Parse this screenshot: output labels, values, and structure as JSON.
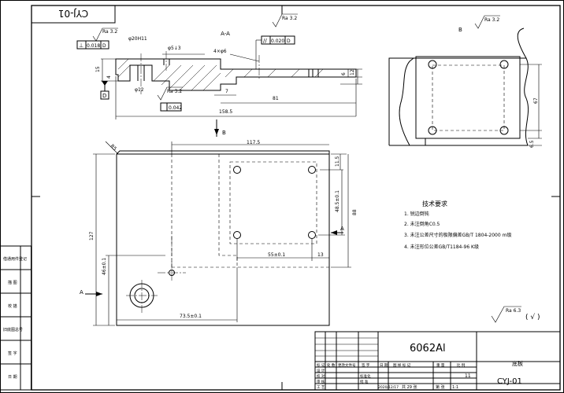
{
  "drawing_code": "CYJ-01",
  "drawing_code_mirrored": "CYJ-01",
  "section_label": "A-A",
  "view_b_title": "B",
  "arrow_labels": {
    "a": "A",
    "b": "B"
  },
  "roughness": {
    "r1": "Ra 3.2",
    "r2": "Ra 3.2",
    "r3": "Ra 3.2",
    "r4": "Ra 3.2",
    "general": "Ra 6.3",
    "general_check": "( √ )"
  },
  "tolerances": {
    "perp": {
      "symbol": "⊥",
      "value": "0.018",
      "datum": "D"
    },
    "parallel": {
      "symbol": "//",
      "value": "0.020",
      "datum": "D"
    },
    "box3": {
      "value": "0.042"
    },
    "datum_d": "D"
  },
  "section_dims": {
    "dia_hole": "φ20H11",
    "depth5": "φ5↓3",
    "thread": "4×φ6",
    "dia12": "φ12",
    "h15": "15",
    "h4": "4",
    "h6": "6",
    "h12": "12",
    "d7": "7",
    "d81": "81",
    "overall": "158.5"
  },
  "plan_dims": {
    "width": "117.5",
    "height": "127",
    "d115": "11.5",
    "d485": "48.5±0.1",
    "d88": "88",
    "d55": "55±0.1",
    "d13": "13",
    "d46": "46±0.1",
    "d735": "73.5±0.1",
    "r5": "R5"
  },
  "view_b_dims": {
    "h67": "67",
    "h65": "6.5"
  },
  "notes": {
    "title": "技术要求",
    "items": [
      "1. 锐边倒钝",
      "2. 未注倒角C0.5",
      "3. 未注公差尺寸的极限偏差GB/T 1804-2000 m级",
      "4. 未注形位公差GB/T1184-96 K级"
    ]
  },
  "side_table": [
    "借通用件登记",
    "描 图",
    "校 描",
    "旧底图总号",
    "签 字",
    "日 期"
  ],
  "title_block": {
    "material": "6062Al",
    "part_name": "底板",
    "code": "CYJ-01",
    "scale": "1:1",
    "weight": "11",
    "sheet": "共 29 张",
    "sheet2": "第 张",
    "date": "2020/12/17",
    "row_labels": [
      "标 记",
      "处 数",
      "更改文件号",
      "签 字",
      "日 期"
    ],
    "signers": [
      "设 计",
      "校 对",
      "审 核",
      "工 艺",
      "标准化",
      "批 准"
    ],
    "column_labels": [
      "图 样 标 记",
      "重 量",
      "比 例"
    ]
  }
}
